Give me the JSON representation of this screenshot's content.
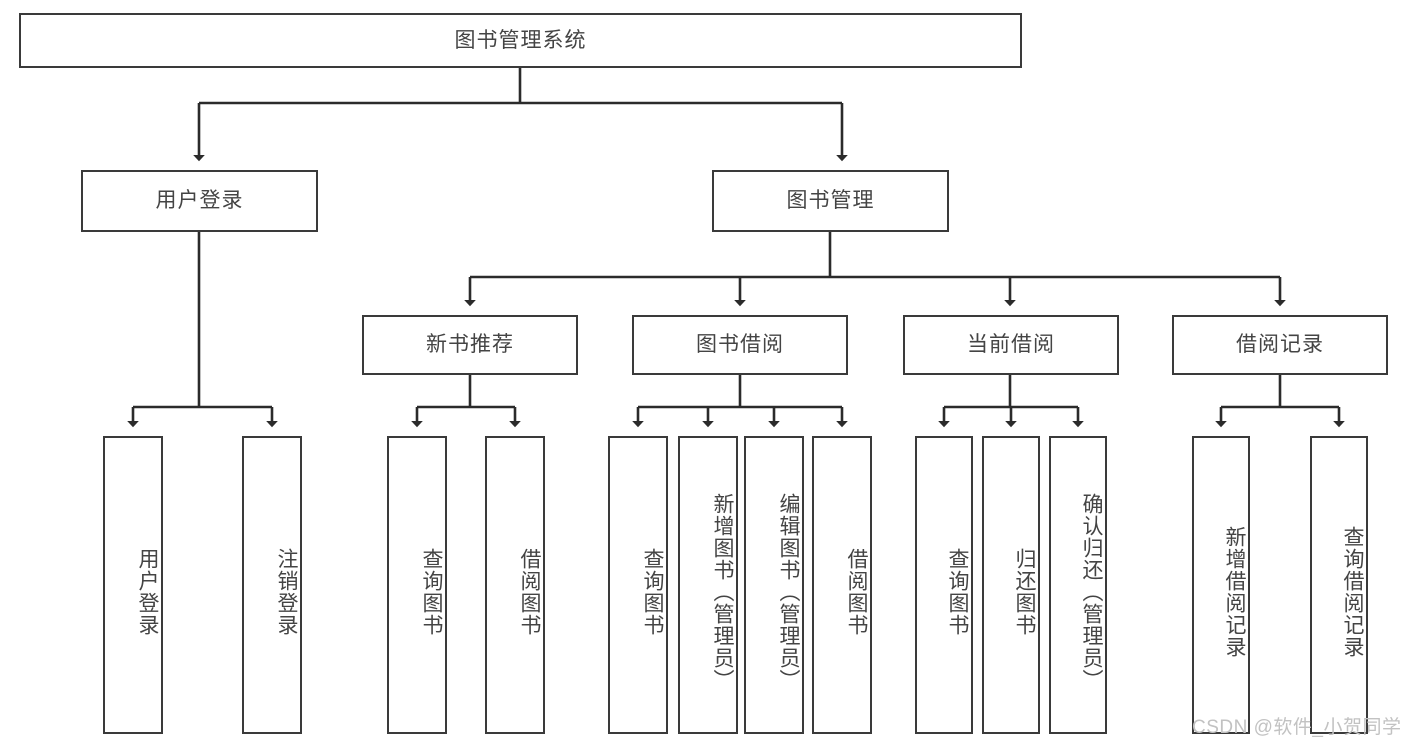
{
  "diagram": {
    "title": "图书管理系统",
    "type": "tree-hierarchy",
    "colors": {
      "background": "#ffffff",
      "box_border": "#3a3a3a",
      "box_fill": "#ffffff",
      "text": "#444444",
      "connector": "#2b2b2b",
      "watermark": "#c2c2c2"
    }
  },
  "root": {
    "label": "图书管理系统"
  },
  "level1": [
    {
      "label": "用户登录"
    },
    {
      "label": "图书管理"
    }
  ],
  "level2": [
    {
      "label": "新书推荐"
    },
    {
      "label": "图书借阅"
    },
    {
      "label": "当前借阅"
    },
    {
      "label": "借阅记录"
    }
  ],
  "leaves": {
    "user_login": [
      {
        "label": "用户登录"
      },
      {
        "label": "注销登录"
      }
    ],
    "new_book_recommend": [
      {
        "label": "查询图书"
      },
      {
        "label": "借阅图书"
      }
    ],
    "book_borrow": [
      {
        "label": "查询图书"
      },
      {
        "label": "新增图书（管理员）"
      },
      {
        "label": "编辑图书（管理员）"
      },
      {
        "label": "借阅图书"
      }
    ],
    "current_borrow": [
      {
        "label": "查询图书"
      },
      {
        "label": "归还图书"
      },
      {
        "label": "确认归还（管理员）"
      }
    ],
    "borrow_record": [
      {
        "label": "新增借阅记录"
      },
      {
        "label": "查询借阅记录"
      }
    ]
  },
  "watermark": {
    "text": "CSDN @软件_小贺同学"
  }
}
